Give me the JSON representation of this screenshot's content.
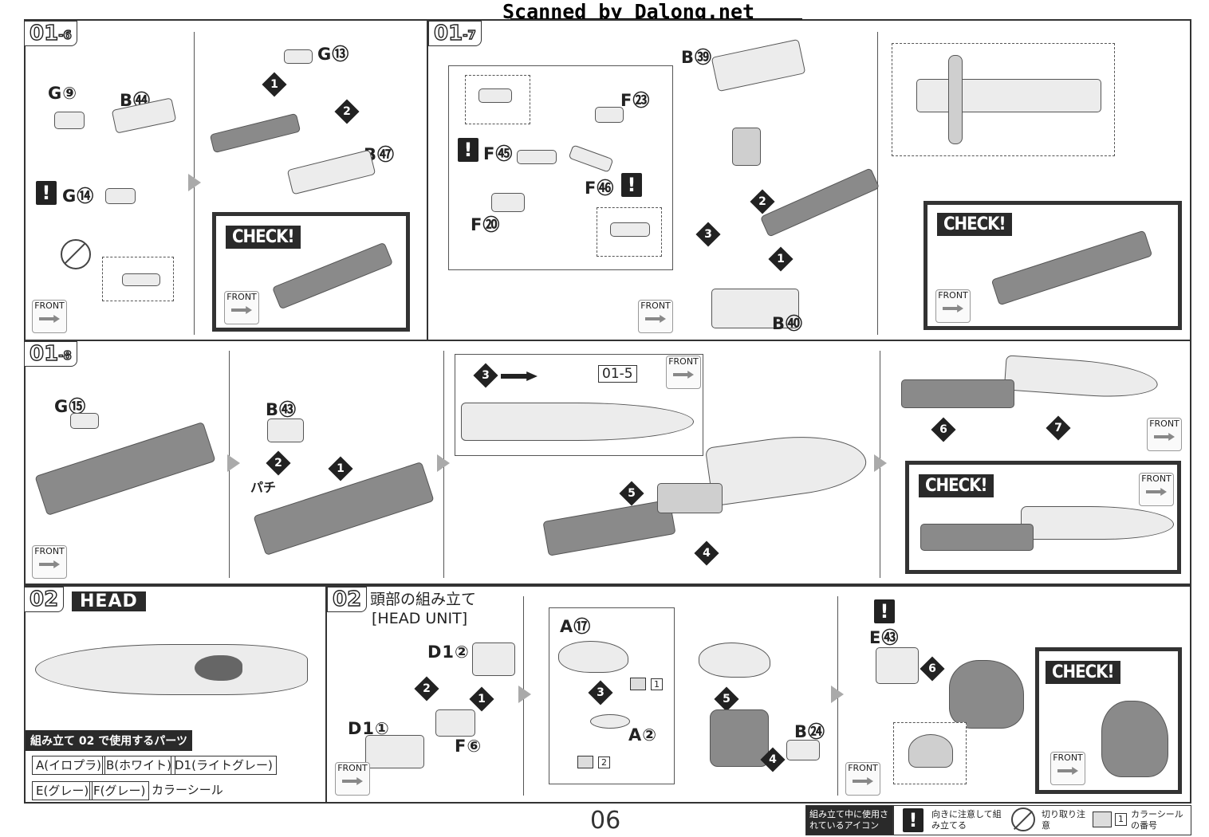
{
  "header": {
    "scan_credit": "Scanned by Dalong.net"
  },
  "steps": {
    "s01_6": {
      "major": "01",
      "minor": "6",
      "parts": {
        "g9": "G⑨",
        "b44": "B㊹",
        "g14": "G⑭",
        "g13": "G⑬",
        "b47": "B㊼"
      },
      "nums": {
        "n1": "1",
        "n2": "2"
      }
    },
    "s01_7": {
      "major": "01",
      "minor": "7",
      "parts": {
        "f23": "F㉓",
        "f45": "F㊺",
        "f46": "F㊻",
        "f20": "F⑳",
        "b39": "B㊴",
        "b40": "B㊵"
      },
      "nums": {
        "n1": "1",
        "n2": "2",
        "n3": "3"
      }
    },
    "s01_8": {
      "major": "01",
      "minor": "8",
      "parts": {
        "g15": "G⑮",
        "b43": "B㊸"
      },
      "sound": "パチ",
      "ref": "01-5",
      "nums": {
        "n1": "1",
        "n2": "2",
        "n3": "3",
        "n4": "4",
        "n5": "5",
        "n6": "6",
        "n7": "7"
      }
    },
    "s02_head": {
      "major": "02",
      "title": "HEAD",
      "parts_caption": "組み立て 02 で使用するパーツ",
      "legend": [
        "A(イロプラ)",
        "B(ホワイト)",
        "D1(ライトグレー)",
        "E(グレー)",
        "F(グレー)",
        "カラーシール"
      ]
    },
    "s02_unit": {
      "major": "02",
      "title_jp": "頭部の組み立て",
      "title_en": "[HEAD UNIT]",
      "parts": {
        "d1_2": "D1②",
        "d1_1": "D1①",
        "f6": "F⑥",
        "a17": "A⑰",
        "a2": "A②",
        "b24": "B㉔",
        "e43": "E㊸"
      },
      "stickers": {
        "s1": "1",
        "s2": "2"
      },
      "nums": {
        "n1": "1",
        "n2": "2",
        "n3": "3",
        "n4": "4",
        "n5": "5",
        "n6": "6"
      }
    }
  },
  "common": {
    "check": "CHECK!",
    "front": "FRONT"
  },
  "footer": {
    "page": "06",
    "icons_title": "組み立て中に使用されているアイコン",
    "icon1": "向きに注意して組み立てる",
    "icon2": "切り取り注意",
    "icon3": "カラーシールの番号",
    "icon3_num": "1"
  }
}
